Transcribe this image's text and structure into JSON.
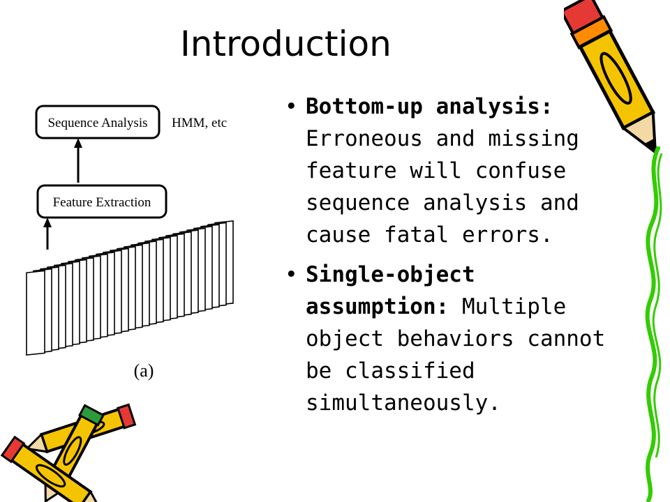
{
  "slide": {
    "title": "Introduction",
    "bullets": [
      {
        "head": "Bottom-up analysis:",
        "body": " Erroneous and missing feature will confuse sequence analysis and cause fatal errors."
      },
      {
        "head": "Single-object assumption:",
        "body": " Multiple object behaviors cannot be classified simultaneously."
      }
    ]
  },
  "figure": {
    "box_top": "Sequence Analysis",
    "box_top_note": "HMM, etc",
    "box_mid": "Feature Extraction",
    "caption": "(a)"
  },
  "decorations": {
    "pencil_top_right": "pencil-icon",
    "pencils_bottom_left": "pencils-icon",
    "border_right": "wavy-border",
    "colors": {
      "pencil_body": "#f5c400",
      "pencil_band": "#ff8c00",
      "pencil_outline": "#000000",
      "border": "#33cc00",
      "eraser_red": "#e53935",
      "eraser_green": "#2e9b3a"
    }
  }
}
